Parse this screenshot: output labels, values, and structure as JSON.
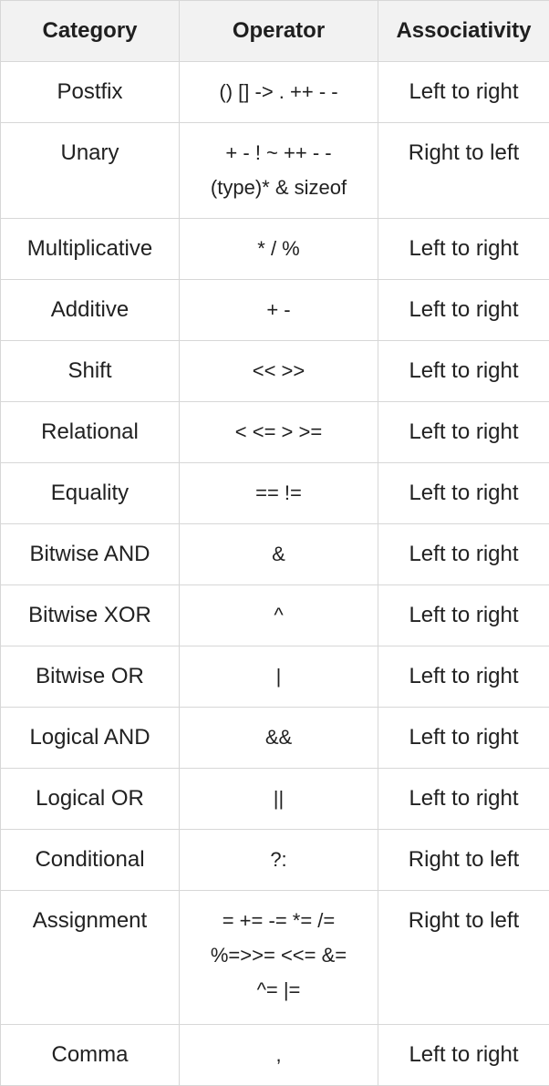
{
  "table": {
    "headers": [
      "Category",
      "Operator",
      "Associativity"
    ],
    "rows": [
      {
        "category": "Postfix",
        "operator": "() [] -> . ++ - -",
        "associativity": "Left to right"
      },
      {
        "category": "Unary",
        "operator": "+ - ! ~ ++ - -\n(type)* & sizeof",
        "associativity": "Right to left"
      },
      {
        "category": "Multiplicative",
        "operator": "* / %",
        "associativity": "Left to right"
      },
      {
        "category": "Additive",
        "operator": "+ -",
        "associativity": "Left to right"
      },
      {
        "category": "Shift",
        "operator": "<< >>",
        "associativity": "Left to right"
      },
      {
        "category": "Relational",
        "operator": "< <= > >=",
        "associativity": "Left to right"
      },
      {
        "category": "Equality",
        "operator": "== !=",
        "associativity": "Left to right"
      },
      {
        "category": "Bitwise AND",
        "operator": "&",
        "associativity": "Left to right"
      },
      {
        "category": "Bitwise XOR",
        "operator": "^",
        "associativity": "Left to right"
      },
      {
        "category": "Bitwise OR",
        "operator": "|",
        "associativity": "Left to right"
      },
      {
        "category": "Logical AND",
        "operator": "&&",
        "associativity": "Left to right"
      },
      {
        "category": "Logical OR",
        "operator": "||",
        "associativity": "Left to right"
      },
      {
        "category": "Conditional",
        "operator": "?:",
        "associativity": "Right to left"
      },
      {
        "category": "Assignment",
        "operator": "= += -= *= /=\n%=>>= <<= &=\n^= |=",
        "associativity": "Right to left"
      },
      {
        "category": "Comma",
        "operator": ",",
        "associativity": "Left to right"
      }
    ]
  }
}
